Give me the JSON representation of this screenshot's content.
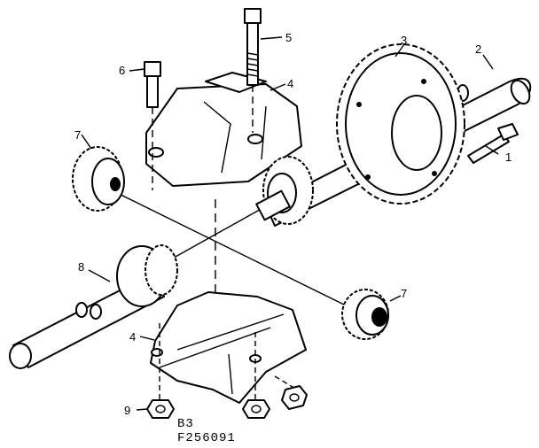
{
  "diagram": {
    "callouts": [
      "1",
      "2",
      "3",
      "4",
      "4",
      "5",
      "6",
      "7",
      "7",
      "8",
      "9"
    ],
    "caption_line1": "B3",
    "caption_line2": "F256091"
  }
}
